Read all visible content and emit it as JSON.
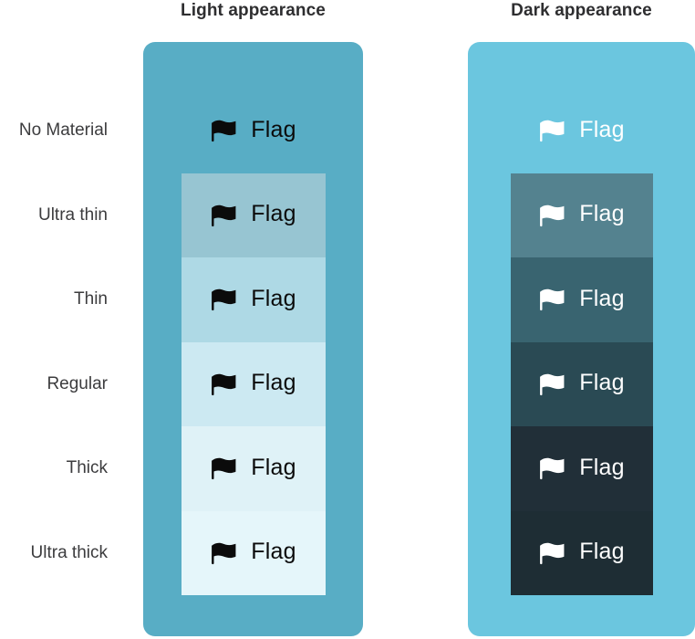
{
  "headers": {
    "light": "Light appearance",
    "dark": "Dark appearance"
  },
  "row_labels": [
    "No Material",
    "Ultra thin",
    "Thin",
    "Regular",
    "Thick",
    "Ultra thick"
  ],
  "flag_label": "Flag",
  "panels": {
    "light": {
      "title": "Light appearance",
      "base_color": "#58adc5",
      "content_color": "#0b0b0b",
      "materials": [
        {
          "name": "No Material",
          "color": "transparent"
        },
        {
          "name": "Ultra thin",
          "color": "#97c5d2"
        },
        {
          "name": "Thin",
          "color": "#aed9e5"
        },
        {
          "name": "Regular",
          "color": "#cce9f2"
        },
        {
          "name": "Thick",
          "color": "#dff2f7"
        },
        {
          "name": "Ultra thick",
          "color": "#e5f6fa"
        }
      ]
    },
    "dark": {
      "title": "Dark appearance",
      "base_color": "#6bc6df",
      "content_color": "#ffffff",
      "materials": [
        {
          "name": "No Material",
          "color": "transparent"
        },
        {
          "name": "Ultra thin",
          "color": "#54828f"
        },
        {
          "name": "Thin",
          "color": "#396470"
        },
        {
          "name": "Regular",
          "color": "#2a4a54"
        },
        {
          "name": "Thick",
          "color": "#212f38"
        },
        {
          "name": "Ultra thick",
          "color": "#1e2d34"
        }
      ]
    }
  }
}
